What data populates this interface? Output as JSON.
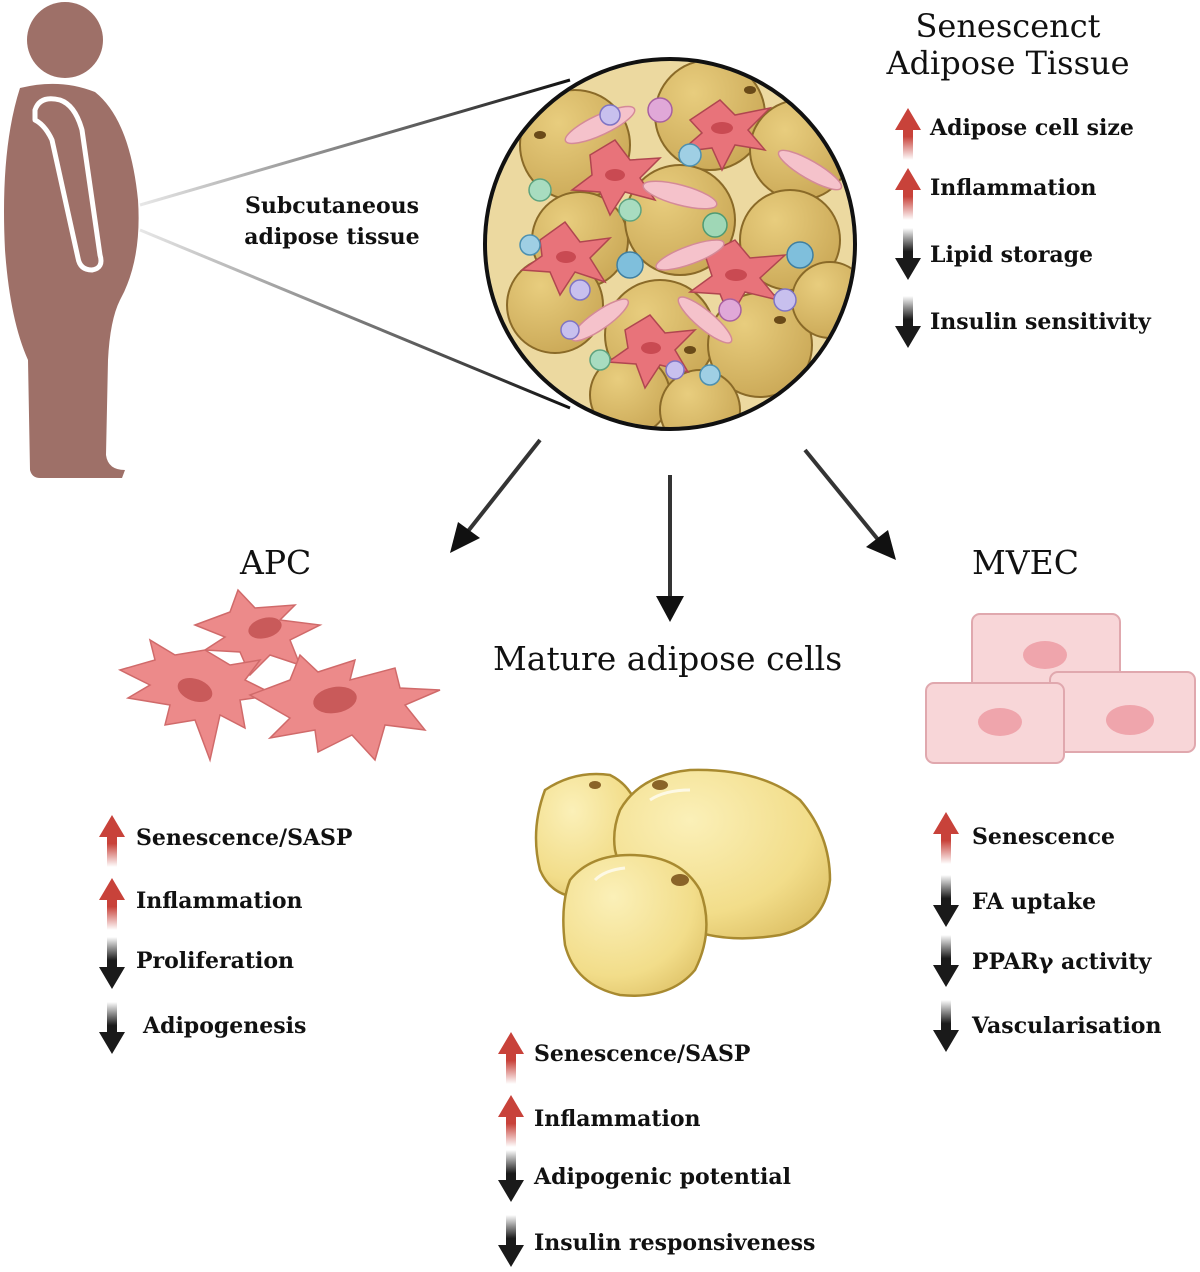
{
  "tissue": {
    "title_line1": "Senescenct",
    "title_line2": "Adipose Tissue",
    "items": [
      {
        "label": "Adipose cell size",
        "dir": "up"
      },
      {
        "label": "Inflammation",
        "dir": "up"
      },
      {
        "label": "Lipid storage",
        "dir": "down"
      },
      {
        "label": "Insulin sensitivity",
        "dir": "down"
      }
    ]
  },
  "sat_label_line1": "Subcutaneous",
  "sat_label_line2": "adipose tissue",
  "apc": {
    "title": "APC",
    "items": [
      {
        "label": "Senescence/SASP",
        "dir": "up"
      },
      {
        "label": "Inflammation",
        "dir": "up"
      },
      {
        "label": "Proliferation",
        "dir": "down"
      },
      {
        "label": "Adipogenesis",
        "dir": "down"
      }
    ]
  },
  "mature": {
    "title": "Mature adipose cells",
    "items": [
      {
        "label": "Senescence/SASP",
        "dir": "up"
      },
      {
        "label": "Inflammation",
        "dir": "up"
      },
      {
        "label": "Adipogenic potential",
        "dir": "down"
      },
      {
        "label": "Insulin responsiveness",
        "dir": "down"
      }
    ]
  },
  "mvec": {
    "title": "MVEC",
    "items": [
      {
        "label": "Senescence",
        "dir": "up"
      },
      {
        "label": "FA uptake",
        "dir": "down"
      },
      {
        "label": "PPARγ activity",
        "dir": "down"
      },
      {
        "label": "Vascularisation",
        "dir": "down"
      }
    ]
  },
  "colors": {
    "up": "#c8423a",
    "down": "#1a1a1a",
    "body": "#9e7068",
    "apc_cell": "#ec8a8a",
    "apc_nucleus": "#c85b5b",
    "adipocyte": "#f6e3a0",
    "adipocyte_edge": "#b39235",
    "mvec_cell": "#f8d6d8",
    "mvec_nucleus": "#efa5ac"
  }
}
